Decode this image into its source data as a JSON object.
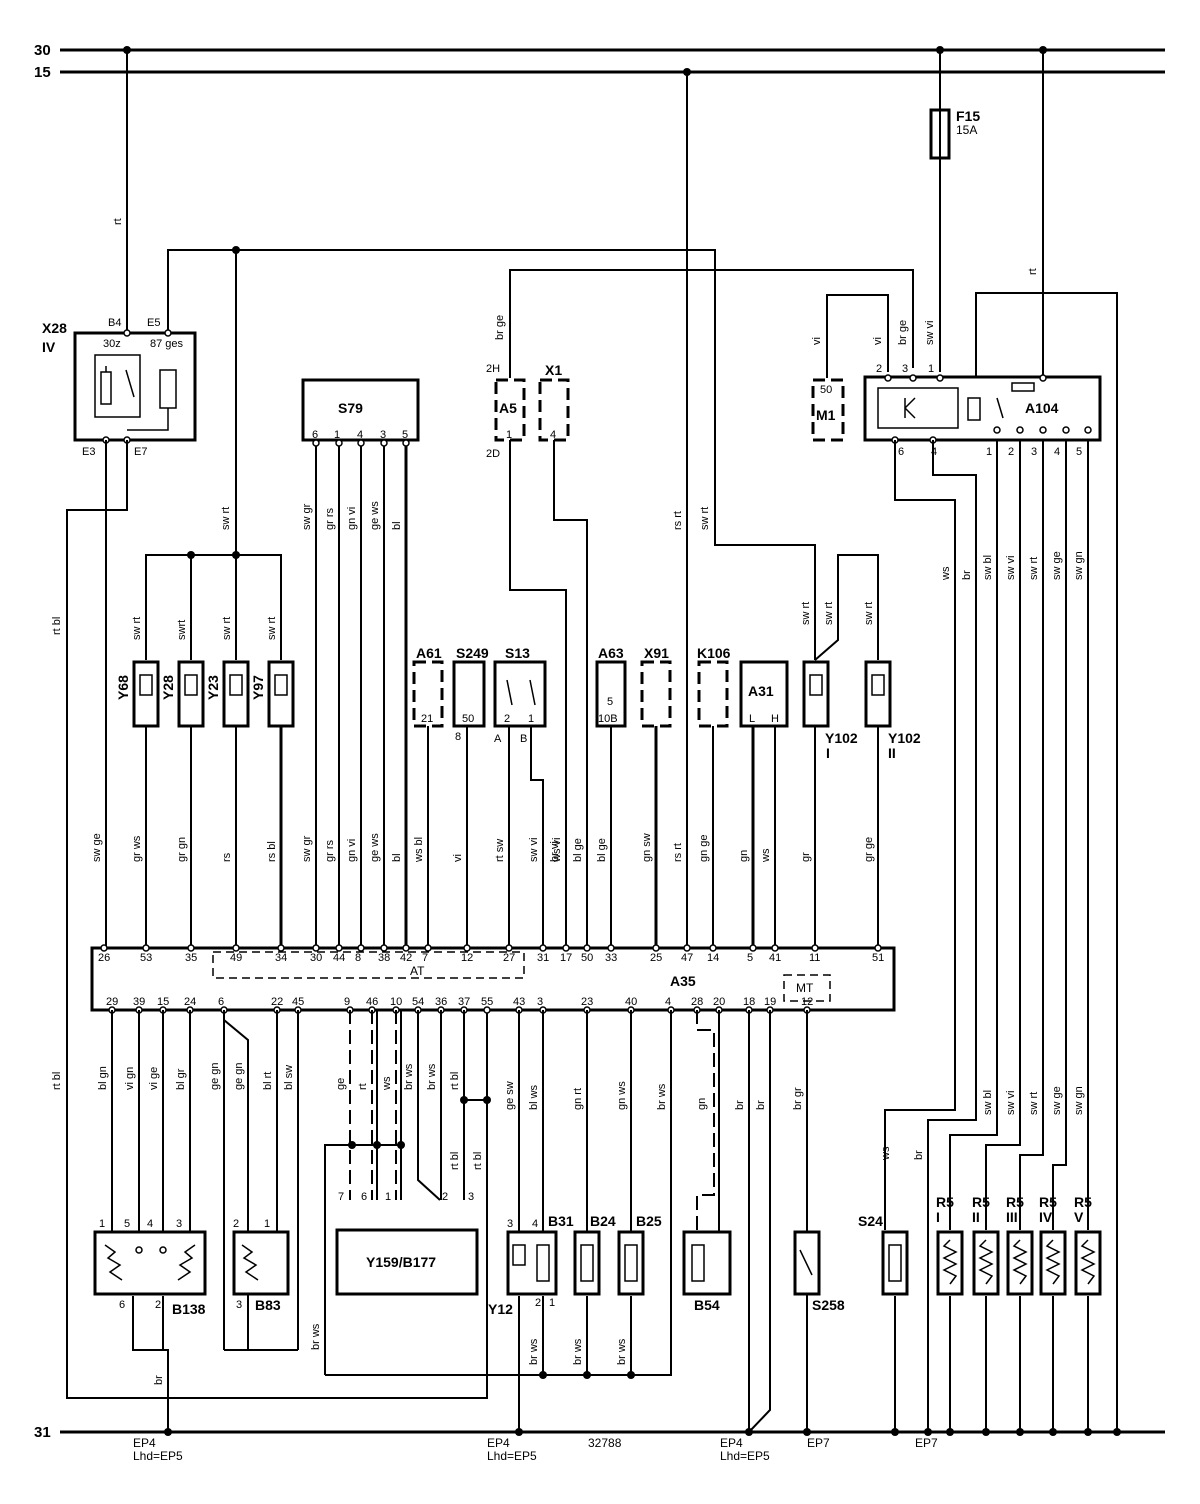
{
  "rails": {
    "r30": "30",
    "r15": "15",
    "r31": "31"
  },
  "fuse": {
    "name": "F15",
    "rating": "15A"
  },
  "relay_x28": {
    "name": "X28",
    "sub": "IV",
    "p_b4": "B4",
    "p_e5": "E5",
    "p_30z": "30z",
    "p_87": "87 ges",
    "p_e3": "E3",
    "p_e7": "E7"
  },
  "s79": {
    "name": "S79",
    "pins": [
      "6",
      "1",
      "4",
      "3",
      "5"
    ]
  },
  "a5": {
    "name": "A5",
    "p_top": "2H",
    "p_bot": "2D",
    "p_in": "1"
  },
  "x1": {
    "name": "X1",
    "pin": "4"
  },
  "m1": {
    "name": "M1",
    "pin": "50"
  },
  "a104": {
    "name": "A104",
    "top_pins": [
      "2",
      "3",
      "1"
    ],
    "bot_pins": [
      "6",
      "4",
      "1",
      "2",
      "3",
      "4",
      "5"
    ]
  },
  "valves_left": [
    "Y68",
    "Y28",
    "Y23",
    "Y97"
  ],
  "comp_a61": {
    "name": "A61",
    "pin": "21"
  },
  "comp_s249": {
    "name": "S249",
    "pin": "50",
    "pin_b": "8"
  },
  "comp_s13": {
    "name": "S13",
    "p2": "2",
    "p1": "1",
    "pa": "A",
    "pb": "B"
  },
  "comp_a63": {
    "name": "A63",
    "p1": "5",
    "p2": "10B"
  },
  "comp_x91": {
    "name": "X91"
  },
  "comp_k106": {
    "name": "K106"
  },
  "comp_a31": {
    "name": "A31",
    "pl": "L",
    "ph": "H"
  },
  "y102": {
    "a": "Y102",
    "a_sub": "I",
    "b": "Y102",
    "b_sub": "II"
  },
  "a35": {
    "name": "A35",
    "at": "AT",
    "mt": "MT",
    "top_pins": [
      "26",
      "53",
      "35",
      "49",
      "34",
      "30",
      "44",
      "8",
      "38",
      "42",
      "7",
      "12",
      "27",
      "31",
      "17",
      "50",
      "33",
      "25",
      "47",
      "14",
      "5",
      "41",
      "11",
      "51"
    ],
    "bot_pins": [
      "29",
      "39",
      "15",
      "24",
      "6",
      "22",
      "45",
      "9",
      "46",
      "10",
      "54",
      "36",
      "37",
      "55",
      "43",
      "3",
      "23",
      "40",
      "4",
      "28",
      "20",
      "18",
      "19",
      "12"
    ]
  },
  "wire_labels": {
    "rt": "rt",
    "rt2": "rt",
    "swrt": "sw rt",
    "swrt_x": "swrt",
    "brge": "br ge",
    "vi": "vi",
    "swvi": "sw vi",
    "rtbl": "rt bl",
    "swge": "sw ge",
    "grws": "gr ws",
    "grgn": "gr gn",
    "rs": "rs",
    "rsbl": "rs bl",
    "swgr": "sw gr",
    "grrs": "gr rs",
    "gnvi": "gn vi",
    "gews": "ge ws",
    "bl": "bl",
    "wsbl": "ws bl",
    "rtsw": "rt sw",
    "brvi": "br vi",
    "wsvi": "ws vi",
    "blge": "bl ge",
    "gnsw": "gn sw",
    "rsrt": "rs rt",
    "gnge": "gn ge",
    "gn": "gn",
    "ws": "ws",
    "gr": "gr",
    "grge": "gr ge",
    "br": "br",
    "swbl": "sw bl",
    "swrt2": "sw rt",
    "swge2": "sw ge",
    "swgn": "sw gn",
    "blgn": "bl gn",
    "vign": "vi gn",
    "vige": "vi ge",
    "blgr": "bl gr",
    "gege": "ge gn",
    "blrt": "bl rt",
    "blsw": "bl sw",
    "ge": "ge",
    "gesw": "ge sw",
    "blws": "bl ws",
    "gnrt": "gn rt",
    "gnws": "gn ws",
    "brws": "br ws",
    "brgr": "br gr"
  },
  "bottom_parts": {
    "b138": "B138",
    "b83": "B83",
    "y159": "Y159/B177",
    "b31": "B31",
    "b24": "B24",
    "b25": "B25",
    "y12": "Y12",
    "b54": "B54",
    "s258": "S258",
    "s24": "S24",
    "r5": [
      "R5",
      "R5",
      "R5",
      "R5",
      "R5"
    ],
    "r5_sub": [
      "I",
      "II",
      "III",
      "IV",
      "V"
    ]
  },
  "grounds": {
    "ep4": "EP4",
    "lhd": "Lhd=EP5",
    "ep7": "EP7",
    "ref": "32788"
  }
}
